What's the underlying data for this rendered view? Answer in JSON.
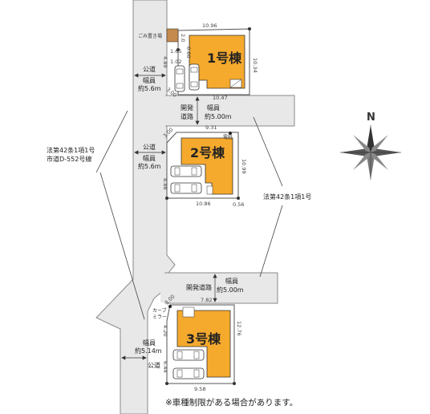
{
  "lots": [
    {
      "name": "1号棟",
      "dims": [
        "10.96",
        "10.34",
        "10.47",
        "4.89",
        "1.65",
        "1.02",
        "0.60",
        "3.00",
        "2.0"
      ]
    },
    {
      "name": "2号棟",
      "dims": [
        "9.31",
        "10.99",
        "10.86",
        "0.56",
        "8.88",
        "3.00"
      ]
    },
    {
      "name": "3号棟",
      "dims": [
        "7.82",
        "12.76",
        "9.58",
        "4.20",
        "6.44",
        "3.00"
      ]
    }
  ],
  "labels": {
    "garbage": "ごみ置き場",
    "denchu": "電柱",
    "curve_mirror_1": "カーブ",
    "curve_mirror_2": "ミラー",
    "kaihatsu_1": "開発",
    "kaihatsu_2": "道路",
    "kaihatsu_road": "開発道路",
    "haba": "幅員",
    "w_5_00a": "約5.00m",
    "w_5_00b": "約5.00m",
    "kodo": "公道",
    "w_5_6": "約5.6m",
    "w_5_14": "約5.14m",
    "road_law_left_1": "法第42条1項1号",
    "road_law_left_2": "市道D-552号線",
    "road_law_right": "法第42条1項1号",
    "north": "N",
    "note": "※車種制限がある場合があります。"
  },
  "colors": {
    "building": "#f5a92d",
    "road": "#e8e8e8",
    "road_edge": "#8a8a8a",
    "lot_line": "#555555",
    "garbage": "#c58a4d"
  }
}
